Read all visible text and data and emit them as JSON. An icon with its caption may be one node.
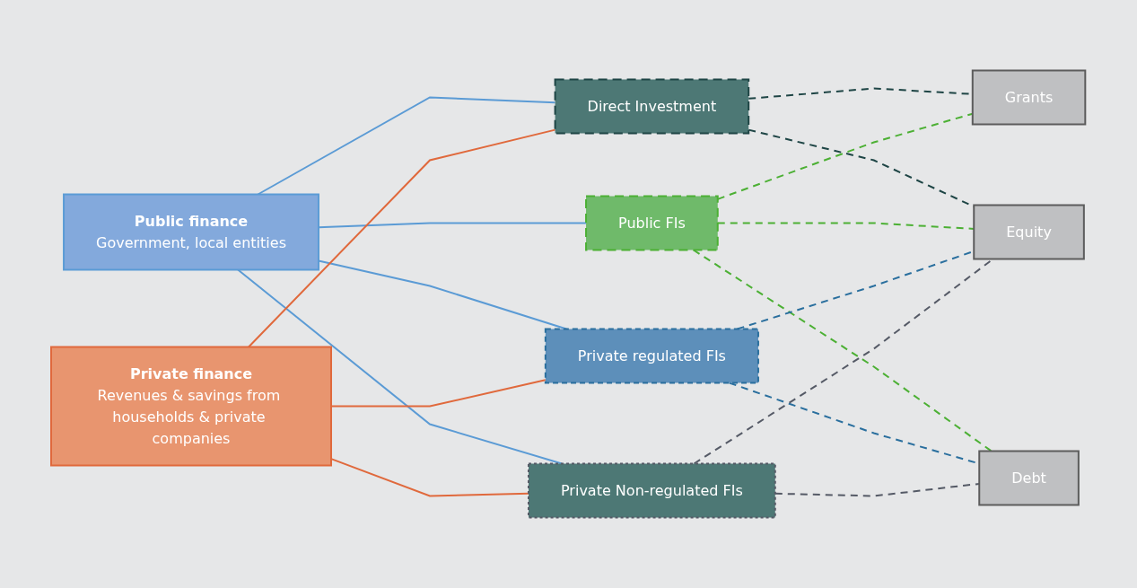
{
  "diagram": {
    "nodes": [
      {
        "text": [
          "Public finance",
          "Government, local entities"
        ]
      },
      {
        "text": [
          "Private finance",
          "Revenues & savings from households & private companies"
        ]
      },
      {
        "text": [
          "Direct Investment"
        ]
      },
      {
        "text": [
          "Public FIs"
        ]
      },
      {
        "text": [
          "Private regulated FIs"
        ]
      },
      {
        "text": [
          "Private Non-regulated FIs"
        ]
      },
      {
        "text": [
          "Grants"
        ]
      },
      {
        "text": [
          "Equity"
        ]
      },
      {
        "text": [
          "Debt"
        ]
      }
    ],
    "edges": [
      {
        "from": 0,
        "to": 2,
        "arrow": "none",
        "color": "#5b9bd5"
      },
      {
        "from": 0,
        "to": 3,
        "arrow": "none",
        "color": "#5b9bd5"
      },
      {
        "from": 0,
        "to": 4,
        "arrow": "none",
        "color": "#5b9bd5"
      },
      {
        "from": 0,
        "to": 5,
        "arrow": "none",
        "color": "#5b9bd5"
      },
      {
        "from": 1,
        "to": 2,
        "arrow": "none",
        "color": "#e0693c"
      },
      {
        "from": 1,
        "to": 4,
        "arrow": "none",
        "color": "#e0693c"
      },
      {
        "from": 1,
        "to": 5,
        "arrow": "none",
        "color": "#e0693c"
      },
      {
        "from": 2,
        "to": 6,
        "arrow": "none",
        "style": "dashed",
        "color": "#1e4545"
      },
      {
        "from": 2,
        "to": 7,
        "arrow": "none",
        "style": "dashed",
        "color": "#1e4545"
      },
      {
        "from": 3,
        "to": 6,
        "arrow": "none",
        "style": "dashed",
        "color": "#4cb034"
      },
      {
        "from": 3,
        "to": 7,
        "arrow": "none",
        "style": "dashed",
        "color": "#4cb034"
      },
      {
        "from": 3,
        "to": 8,
        "arrow": "none",
        "style": "dashed",
        "color": "#4cb034"
      },
      {
        "from": 4,
        "to": 7,
        "arrow": "none",
        "style": "dashed",
        "color": "#2a6f9e"
      },
      {
        "from": 4,
        "to": 8,
        "arrow": "none",
        "style": "dashed",
        "color": "#2a6f9e"
      },
      {
        "from": 5,
        "to": 7,
        "arrow": "none",
        "style": "dashed",
        "color": "#555a66"
      },
      {
        "from": 5,
        "to": 8,
        "arrow": "none",
        "style": "dashed",
        "color": "#555a66"
      }
    ]
  }
}
